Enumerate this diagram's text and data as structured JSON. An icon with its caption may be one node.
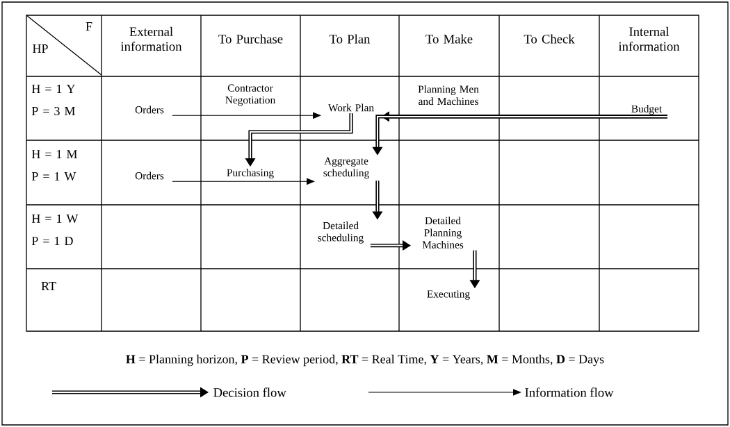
{
  "diagram": {
    "nodes": [
      {
        "text": [
          "Orders"
        ]
      },
      {
        "text": [
          "Contractor Negotiation"
        ]
      },
      {
        "text": [
          "Work Plan"
        ]
      },
      {
        "text": [
          "Planning Men and Machines"
        ]
      },
      {
        "text": [
          "Budget"
        ]
      },
      {
        "text": [
          "Orders"
        ]
      },
      {
        "text": [
          "Purchasing"
        ]
      },
      {
        "text": [
          "Aggregate scheduling"
        ]
      },
      {
        "text": [
          "Detailed scheduling"
        ]
      },
      {
        "text": [
          "Detailed Planning Machines"
        ]
      },
      {
        "text": [
          "Executing"
        ]
      }
    ],
    "edges": [
      {
        "from": 0,
        "to": 2,
        "arrow": "to"
      },
      {
        "from": 4,
        "to": 2,
        "arrow": "to"
      },
      {
        "from": 2,
        "to": 6,
        "arrow": "to"
      },
      {
        "from": 4,
        "to": 7,
        "arrow": "to"
      },
      {
        "from": 5,
        "to": 7,
        "arrow": "to"
      },
      {
        "from": 7,
        "to": 8,
        "arrow": "to"
      },
      {
        "from": 8,
        "to": 9,
        "arrow": "to"
      },
      {
        "from": 9,
        "to": 10,
        "arrow": "to"
      }
    ],
    "labels": [
      "F",
      "HP",
      "External information",
      "To Purchase",
      "To Plan",
      "To Make",
      "To Check",
      "Internal information",
      "H = 1 Y",
      "P = 3 M",
      "H = 1 M",
      "P = 1 W",
      "H = 1 W",
      "P = 1 D",
      "RT",
      "**H** = Planning horizon, **P** = Review period, **RT** = Real Time, **Y** = Years, **M** = Months, **D** = Days"
    ],
    "legend": [
      {
        "text": "Decision flow"
      },
      {
        "text": "Information flow"
      }
    ]
  }
}
